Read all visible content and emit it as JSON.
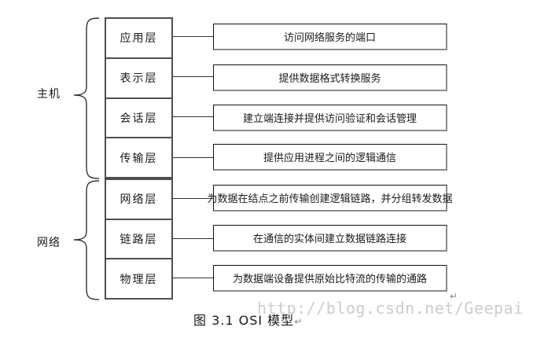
{
  "diagram": {
    "groups": [
      {
        "label": "主机"
      },
      {
        "label": "网络"
      }
    ],
    "layers": [
      {
        "name": "应用层",
        "desc": "访问网络服务的端口"
      },
      {
        "name": "表示层",
        "desc": "提供数据格式转换服务"
      },
      {
        "name": "会话层",
        "desc": "建立端连接并提供访问验证和会话管理"
      },
      {
        "name": "传输层",
        "desc": "提供应用进程之间的逻辑通信"
      },
      {
        "name": "网络层",
        "desc": "为数据在结点之前传输创建逻辑链路，并分组转发数据"
      },
      {
        "name": "链路层",
        "desc": "在通信的实体间建立数据链路连接"
      },
      {
        "name": "物理层",
        "desc": "为数据端设备提供原始比特流的传输的通路"
      }
    ],
    "caption": "图 3.1 OSI 模型",
    "paragraph_mark": "↵",
    "watermark": "http://blog.csdn.net/Geepai"
  },
  "colors": {
    "layer_box_border": "#4f4f4f",
    "desc_box_border_dark": "#111111",
    "desc_box_shadow": "#8c8c8c",
    "connector": "#333333",
    "watermark": "#cdcdc9",
    "text": "#1a1a1a"
  }
}
